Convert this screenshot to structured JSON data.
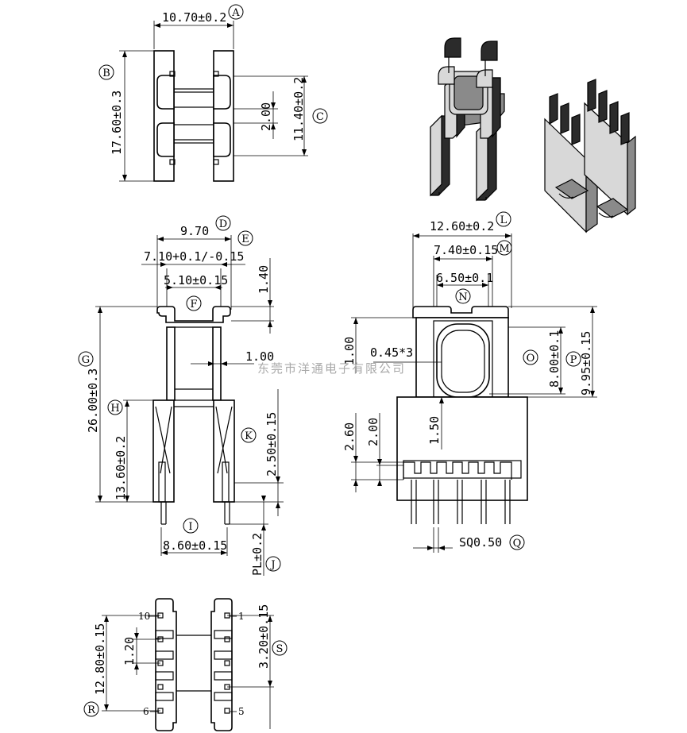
{
  "dimensions": {
    "top_width": "10.70±0.2",
    "top_height": "17.60±0.3",
    "top_inner": "11.40±0.2",
    "top_gap": "2.00",
    "front_d": "9.70",
    "front_e": "7.10+0.1/-0.15",
    "front_f": "5.10±0.15",
    "front_140": "1.40",
    "front_100": "1.00",
    "front_g": "26.00±0.3",
    "front_h": "13.60±0.2",
    "front_k": "2.50±0.15",
    "front_i": "8.60±0.15",
    "front_j": "PL±0.2",
    "side_l": "12.60±0.2",
    "side_m": "7.40±0.15",
    "side_n": "6.50±0.1",
    "side_045": "0.45*3",
    "side_100": "1.00",
    "side_o": "8.00±0.1",
    "side_p": "9.95±0.15",
    "side_260": "2.60",
    "side_200": "2.00",
    "side_150": "1.50",
    "side_q": "SQ0.50",
    "bottom_r": "12.80±0.15",
    "bottom_120": "1.20",
    "bottom_s": "3.20±0.15"
  },
  "callouts": {
    "a": "A",
    "b": "B",
    "c": "C",
    "d": "D",
    "e": "E",
    "f": "F",
    "g": "G",
    "h": "H",
    "i": "I",
    "j": "J",
    "k": "K",
    "l": "L",
    "m": "M",
    "n": "N",
    "o": "O",
    "p": "P",
    "q": "Q",
    "r": "R",
    "s": "S"
  },
  "pins": {
    "p10": "10",
    "p1": "1",
    "p6": "6",
    "p5": "5"
  },
  "watermark": "东莞市洋通电子有限公司"
}
